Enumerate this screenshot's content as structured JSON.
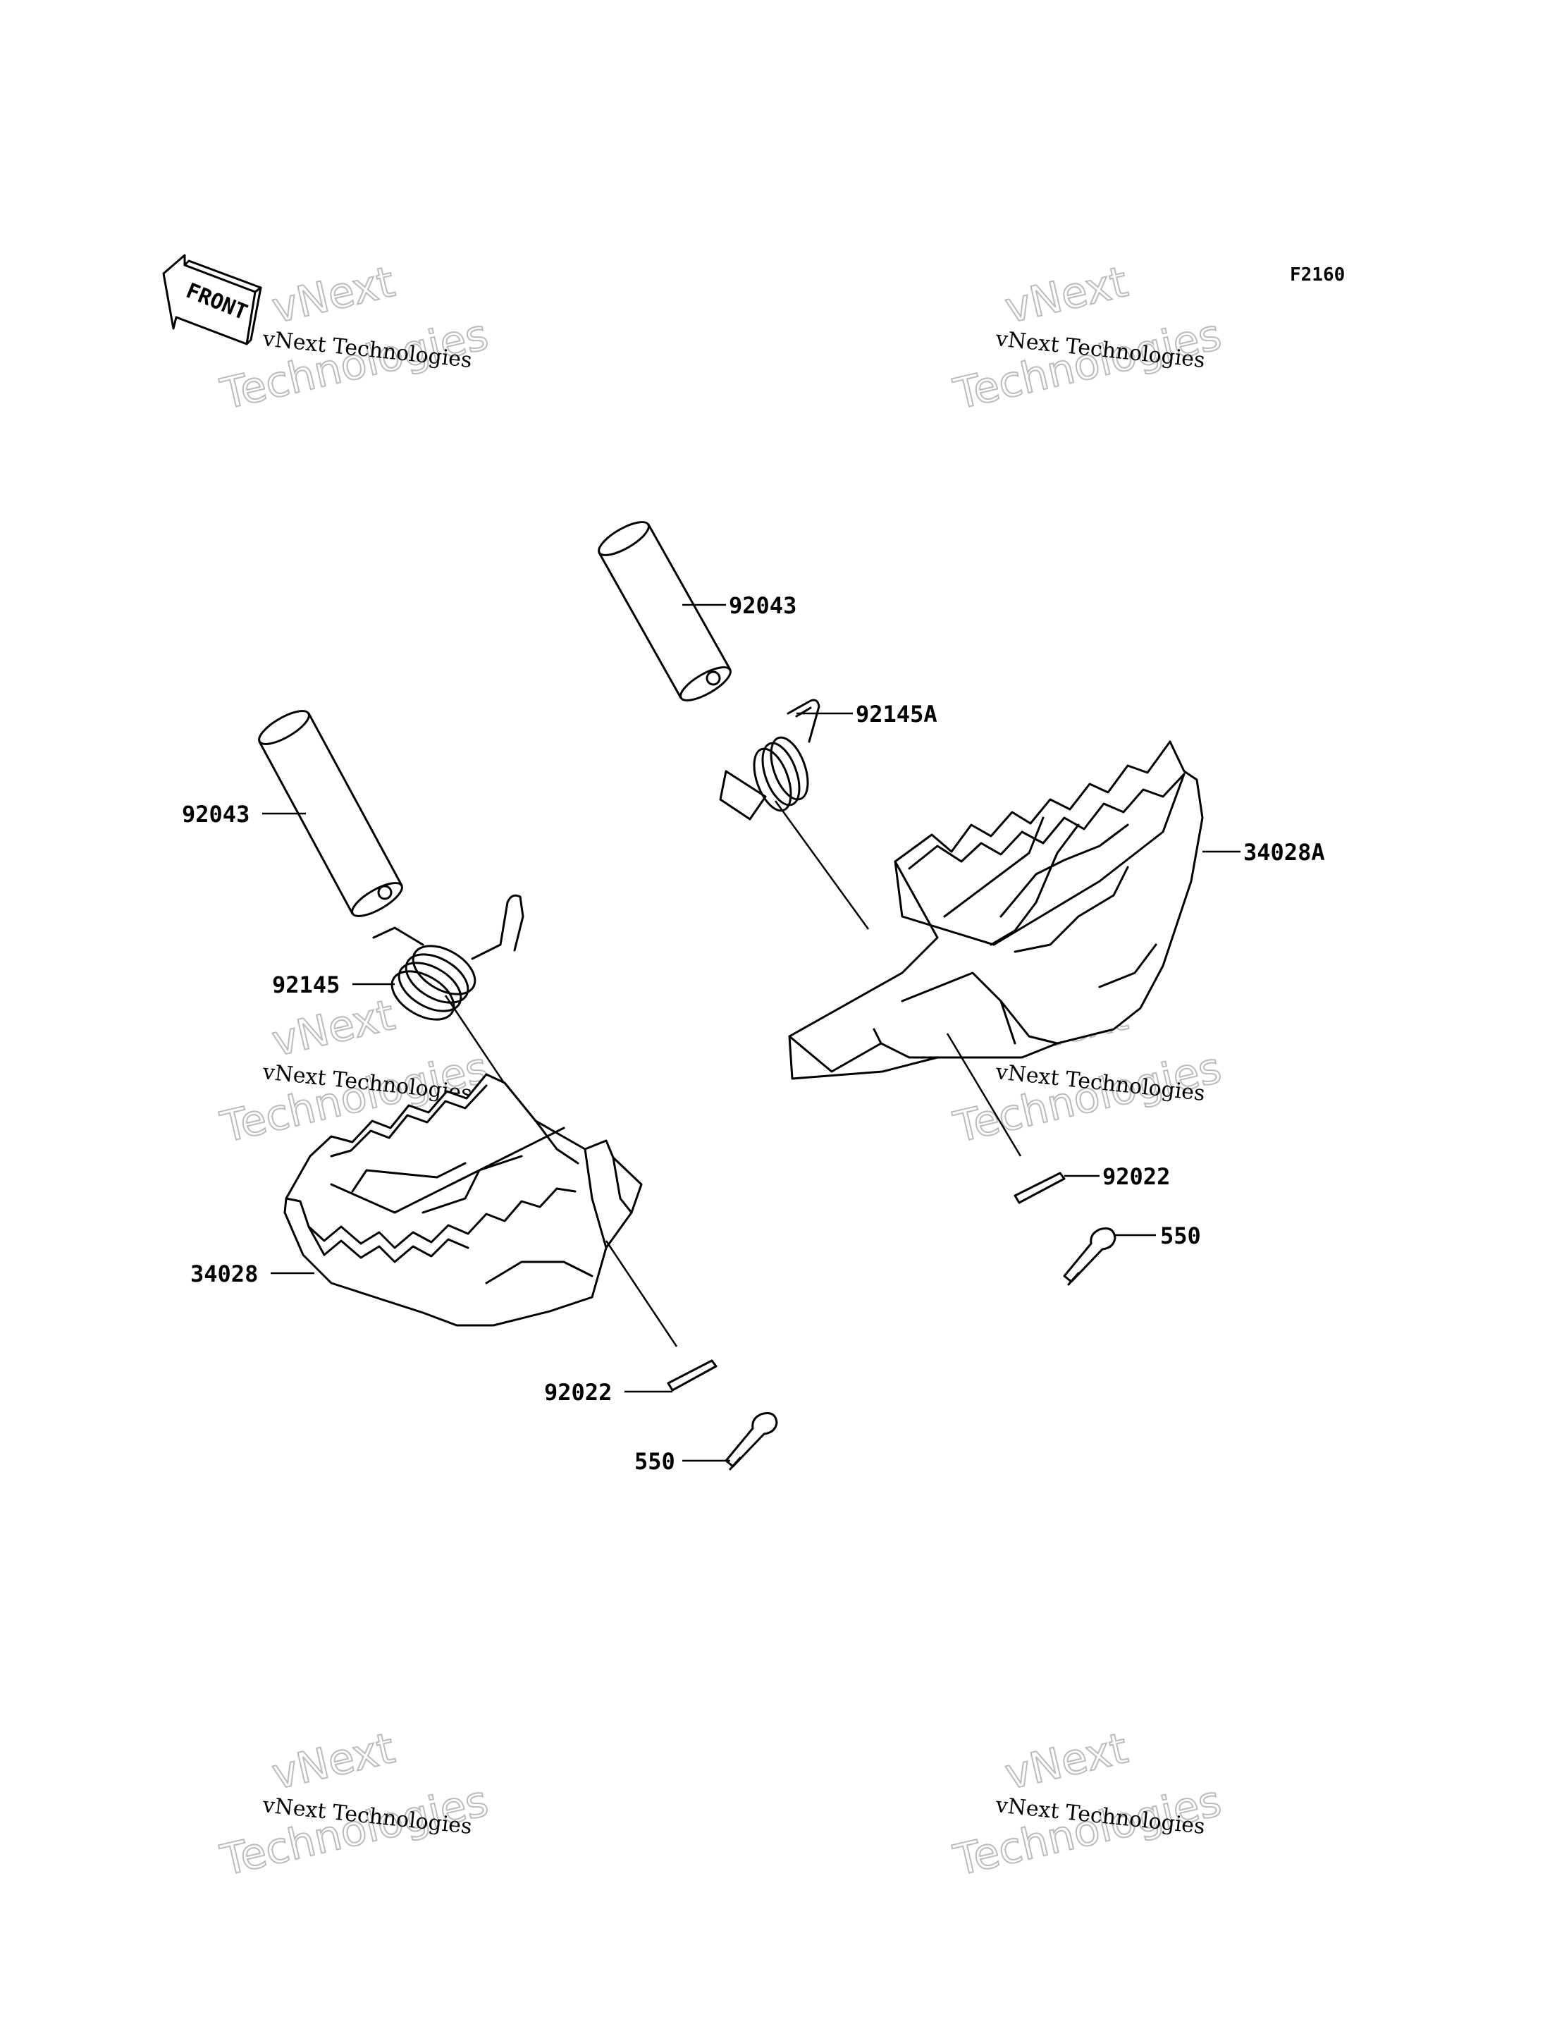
{
  "diagram": {
    "figure_code": "F2160",
    "front_label": "FRONT",
    "watermarks": [
      {
        "line1": "vNext Technologies",
        "line2": "vNext",
        "line3": "Technologies"
      },
      {
        "line1": "vNext Technologies",
        "line2": "vNext",
        "line3": "Technologies"
      },
      {
        "line1": "vNext Technologies",
        "line2": "vNext",
        "line3": "Technologies"
      },
      {
        "line1": "vNext Technologies",
        "line2": "vNext",
        "line3": "Technologies"
      },
      {
        "line1": "vNext Technologies",
        "line2": "vNext",
        "line3": "Technologies"
      },
      {
        "line1": "vNext Technologies",
        "line2": "vNext",
        "line3": "Technologies"
      }
    ],
    "parts": [
      {
        "number": "92043"
      },
      {
        "number": "92145A"
      },
      {
        "number": "34028A"
      },
      {
        "number": "92022"
      },
      {
        "number": "550"
      },
      {
        "number": "92043"
      },
      {
        "number": "92145"
      },
      {
        "number": "34028"
      },
      {
        "number": "92022"
      },
      {
        "number": "550"
      }
    ]
  }
}
